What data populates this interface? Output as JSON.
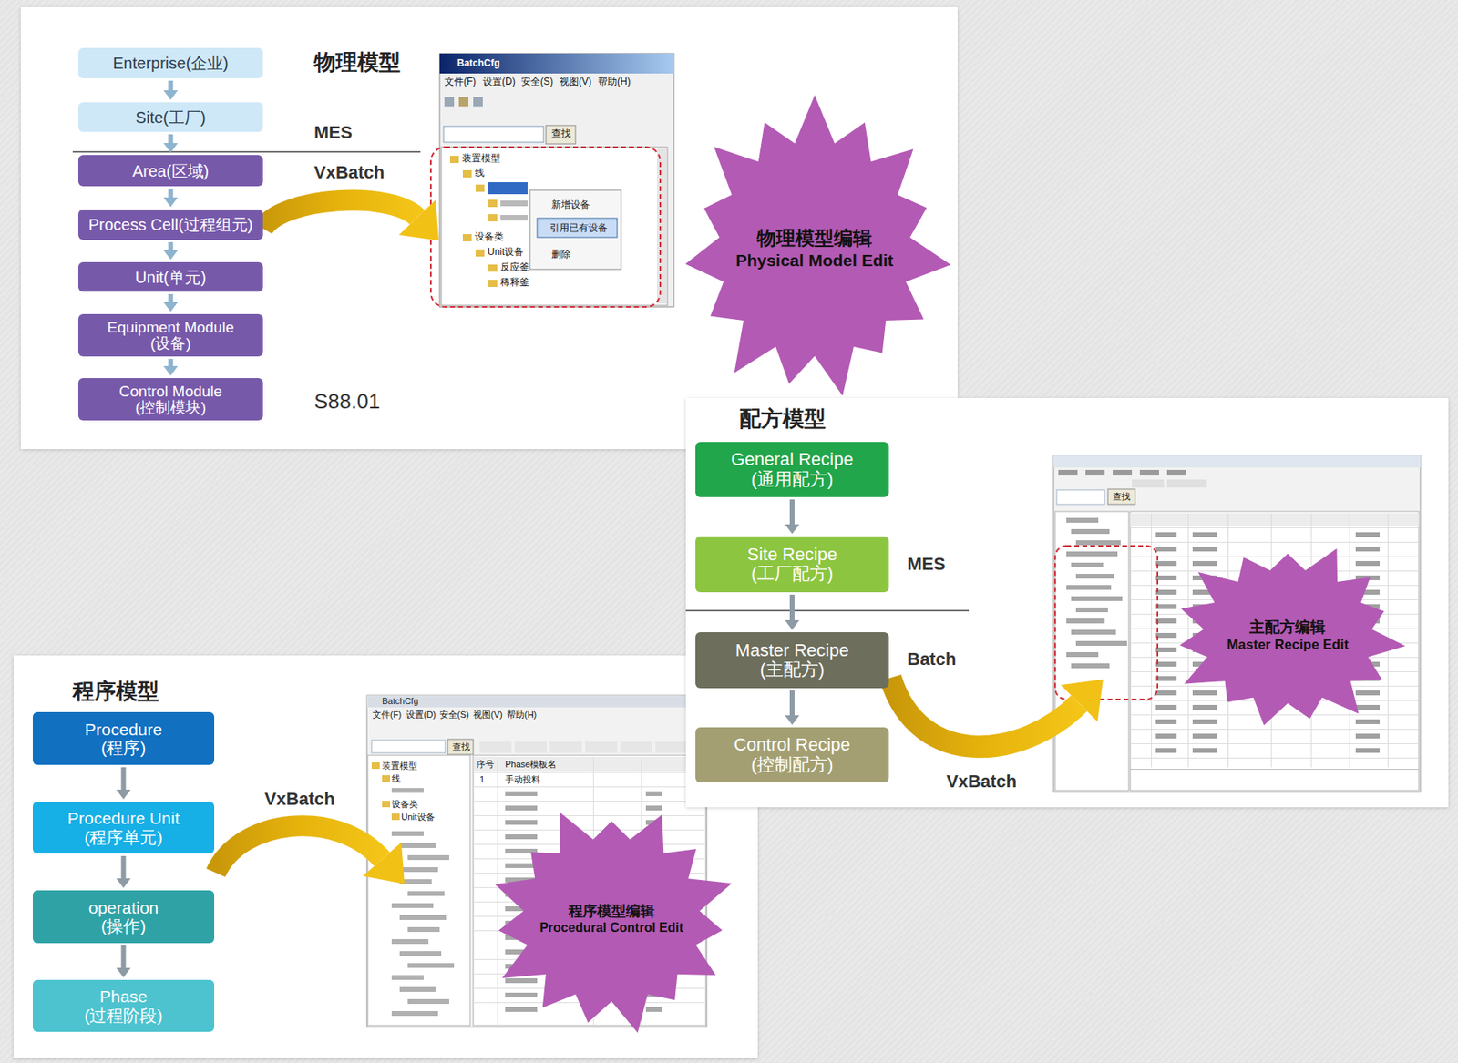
{
  "diagram": {
    "nodes": [
      {
        "text": [
          "Enterprise(企业)"
        ]
      },
      {
        "text": [
          "Site(工厂)"
        ]
      },
      {
        "text": [
          "Area(区域)"
        ]
      },
      {
        "text": [
          "Process Cell(过程组元)"
        ]
      },
      {
        "text": [
          "Unit(单元)"
        ]
      },
      {
        "text": [
          "Equipment Module (设备)"
        ]
      },
      {
        "text": [
          "Control Module (控制模块)"
        ]
      },
      {
        "text": [
          "物理模型编辑",
          "Physical Model Edit"
        ]
      },
      {
        "text": [
          "General Recipe (通用配方)"
        ]
      },
      {
        "text": [
          "Site Recipe (工厂配方)"
        ]
      },
      {
        "text": [
          "Master Recipe (主配方)"
        ]
      },
      {
        "text": [
          "Control Recipe (控制配方)"
        ]
      },
      {
        "text": [
          "主配方编辑",
          "Master Recipe Edit"
        ]
      },
      {
        "text": [
          "Procedure (程序)"
        ]
      },
      {
        "text": [
          "Procedure Unit (程序单元)"
        ]
      },
      {
        "text": [
          "operation (操作)"
        ]
      },
      {
        "text": [
          "Phase (过程阶段)"
        ]
      },
      {
        "text": [
          "程序模型编辑",
          "Procedural Control Edit"
        ]
      }
    ],
    "edges": [
      {
        "from": 0,
        "to": 1,
        "arrow": "to"
      },
      {
        "from": 1,
        "to": 2,
        "arrow": "to"
      },
      {
        "from": 2,
        "to": 3,
        "arrow": "to"
      },
      {
        "from": 3,
        "to": 4,
        "arrow": "to"
      },
      {
        "from": 4,
        "to": 5,
        "arrow": "to"
      },
      {
        "from": 5,
        "to": 6,
        "arrow": "to"
      },
      {
        "from": 8,
        "to": 9,
        "arrow": "to"
      },
      {
        "from": 9,
        "to": 10,
        "arrow": "to"
      },
      {
        "from": 10,
        "to": 11,
        "arrow": "to"
      },
      {
        "from": 13,
        "to": 14,
        "arrow": "to"
      },
      {
        "from": 14,
        "to": 15,
        "arrow": "to"
      },
      {
        "from": 15,
        "to": 16,
        "arrow": "to"
      }
    ],
    "labels": [
      "物理模型",
      "MES",
      "VxBatch",
      "S88.01",
      "BatchCfg",
      "文件(F)",
      "设置(D)",
      "安全(S)",
      "视图(V)",
      "帮助(H)",
      "查找",
      "装置模型",
      "线",
      "设备类",
      "Unit设备",
      "反应釜",
      "稀释釜",
      "新增设备",
      "引用已有设备",
      "删除",
      "配方模型",
      "MES",
      "Batch",
      "VxBatch",
      "查找",
      "程序模型",
      "VxBatch",
      "BatchCfg",
      "文件(F)",
      "设置(D)",
      "安全(S)",
      "视图(V)",
      "帮助(H)",
      "查找",
      "装置模型",
      "线",
      "设备类",
      "Unit设备",
      "序号",
      "Phase模板名",
      "1",
      "手动投料"
    ]
  }
}
